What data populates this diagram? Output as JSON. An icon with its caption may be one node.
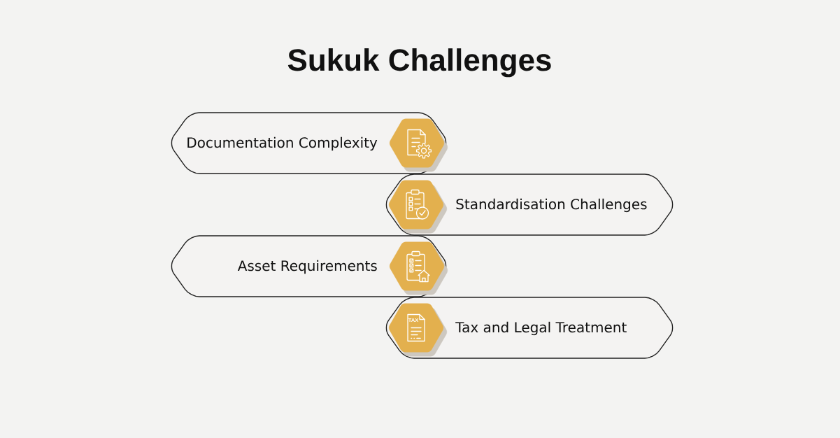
{
  "diagram": {
    "title": "Sukuk Challenges",
    "nodes": [
      {
        "text": [
          "Documentation Complexity"
        ]
      },
      {
        "text": [
          "Standardisation Challenges"
        ]
      },
      {
        "text": [
          "Asset Requirements"
        ]
      },
      {
        "text": [
          "Tax and Legal Treatment"
        ]
      }
    ],
    "labels": [
      "TAX"
    ]
  }
}
